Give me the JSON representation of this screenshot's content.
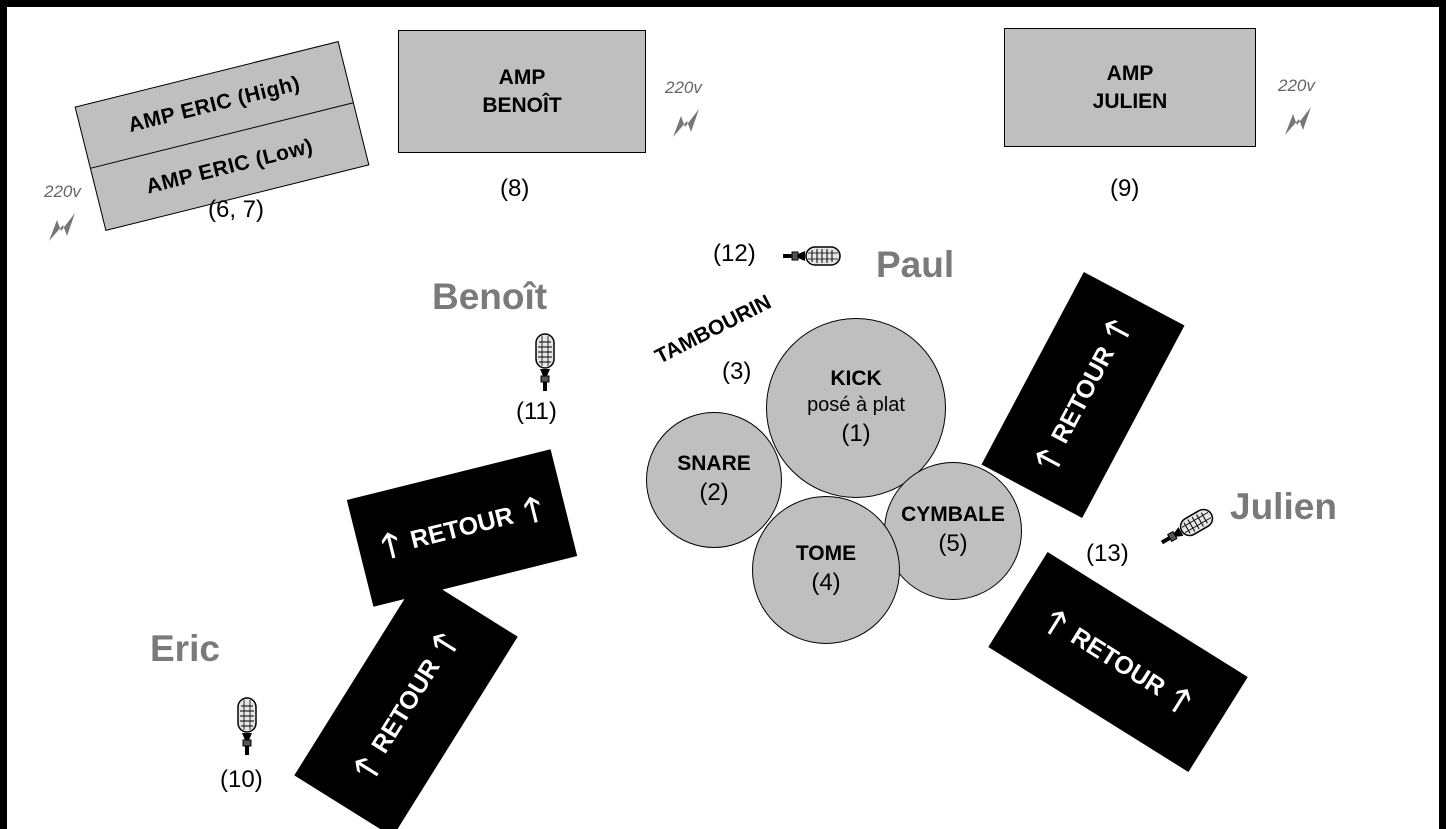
{
  "amps": {
    "eric_high": "AMP  ERIC  (High)",
    "eric_low": "AMP  ERIC  (Low)",
    "eric_num": "(6, 7)",
    "benoit_line1": "AMP",
    "benoit_line2": "BENOÎT",
    "benoit_num": "(8)",
    "julien_line1": "AMP",
    "julien_line2": "JULIEN",
    "julien_num": "(9)"
  },
  "power": {
    "label": "220v",
    "icon": "lightning-icon"
  },
  "people": {
    "benoit": "Benoît",
    "paul": "Paul",
    "julien": "Julien",
    "eric": "Eric"
  },
  "mics": {
    "benoit_num": "(11)",
    "paul_num": "(12)",
    "julien_num": "(13)",
    "eric_num": "(10)",
    "icon": "microphone-icon"
  },
  "drums": {
    "tambourin": "TAMBOURIN",
    "tambourin_num": "(3)",
    "kick": "KICK",
    "kick_note": "posé à plat",
    "kick_num": "(1)",
    "snare": "SNARE",
    "snare_num": "(2)",
    "tome": "TOME",
    "tome_num": "(4)",
    "cymbale": "CYMBALE",
    "cymbale_num": "(5)"
  },
  "monitors": {
    "label": "RETOUR",
    "arrow": "🡑"
  },
  "colors": {
    "equipment_fill": "#bfbfbf",
    "monitor_fill": "#000000",
    "person_label": "#7a7a7a",
    "power_label": "#666666"
  }
}
